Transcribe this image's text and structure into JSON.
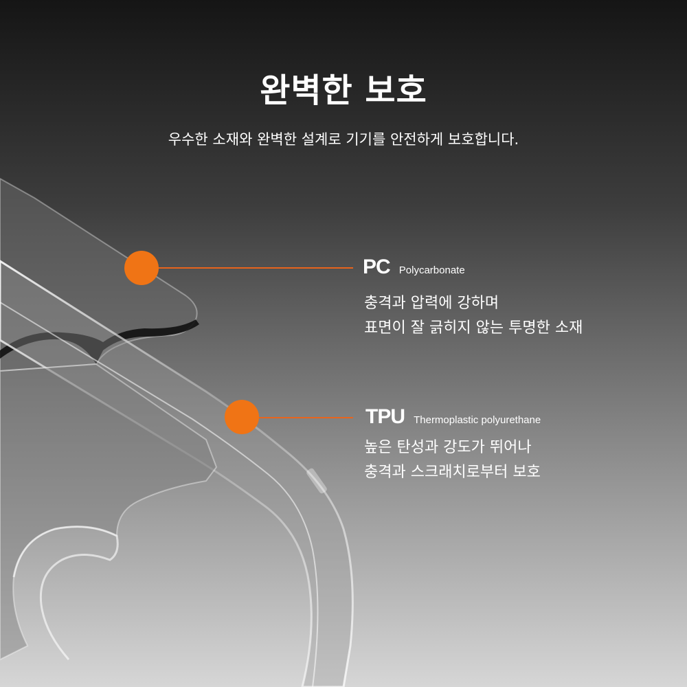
{
  "header": {
    "title": "완벽한 보호",
    "subtitle": "우수한 소재와 완벽한 설계로 기기를 안전하게 보호합니다."
  },
  "features": [
    {
      "abbr": "PC",
      "full": "Polycarbonate",
      "lines": [
        "충격과 압력에 강하며",
        "표면이 잘 긁히지 않는 투명한 소재"
      ]
    },
    {
      "abbr": "TPU",
      "full": "Thermoplastic polyurethane",
      "lines": [
        "높은 탄성과 강도가 뛰어나",
        "충격과 스크래치로부터 보호"
      ]
    }
  ],
  "colors": {
    "accent": "#f07415",
    "text": "#ffffff"
  }
}
